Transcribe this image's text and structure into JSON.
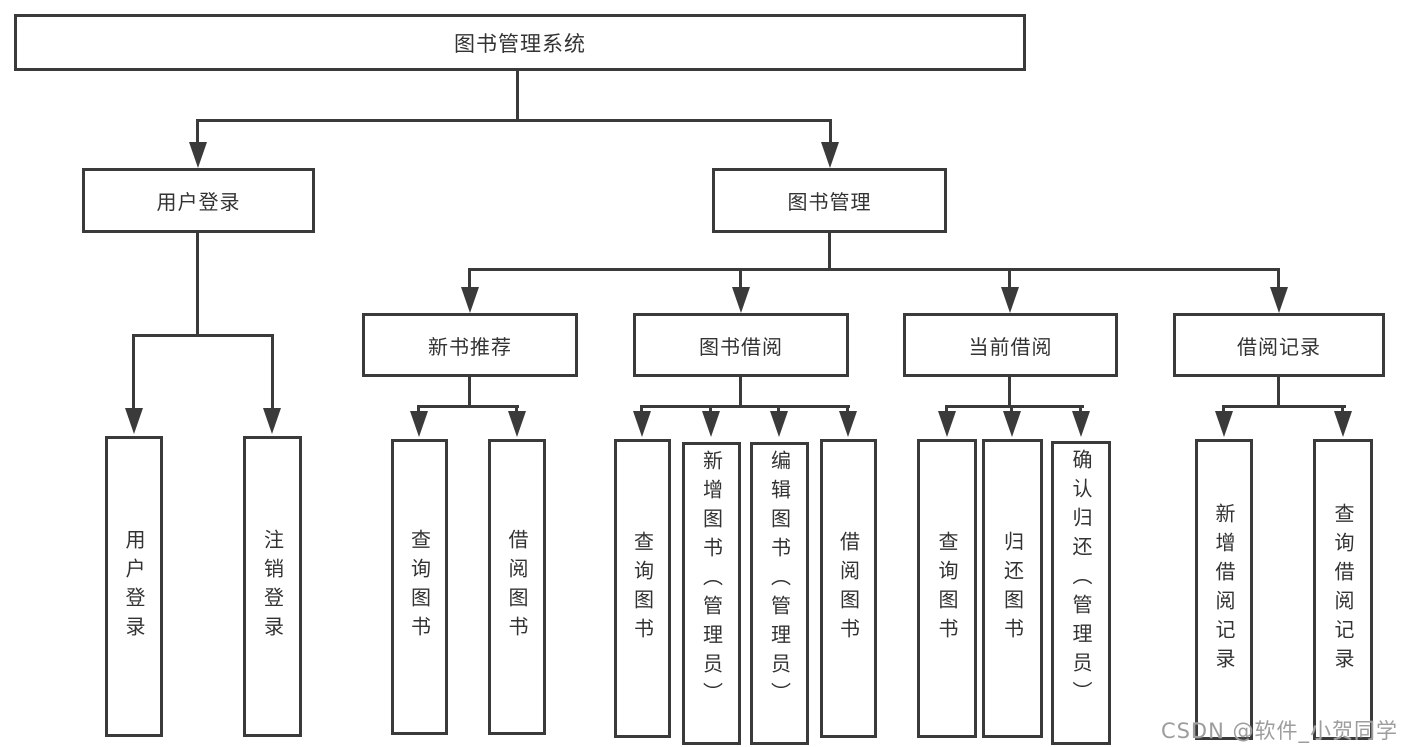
{
  "diagram": {
    "type": "hierarchy",
    "colors": {
      "line": "#3a3a3a",
      "box_border": "#3a3a3a",
      "box_bg": "#ffffff",
      "text": "#333333",
      "watermark": "#9d9d9d"
    },
    "tree": {
      "label": "图书管理系统",
      "children": [
        {
          "label": "用户登录",
          "children": [
            {
              "label": "用户登录"
            },
            {
              "label": "注销登录"
            }
          ]
        },
        {
          "label": "图书管理",
          "children": [
            {
              "label": "新书推荐",
              "children": [
                {
                  "label": "查询图书"
                },
                {
                  "label": "借阅图书"
                }
              ]
            },
            {
              "label": "图书借阅",
              "children": [
                {
                  "label": "查询图书"
                },
                {
                  "label": "新增图书（管理员）"
                },
                {
                  "label": "编辑图书（管理员）"
                },
                {
                  "label": "借阅图书"
                }
              ]
            },
            {
              "label": "当前借阅",
              "children": [
                {
                  "label": "查询图书"
                },
                {
                  "label": "归还图书"
                },
                {
                  "label": "确认归还（管理员）"
                }
              ]
            },
            {
              "label": "借阅记录",
              "children": [
                {
                  "label": "新增借阅记录"
                },
                {
                  "label": "查询借阅记录"
                }
              ]
            }
          ]
        }
      ]
    },
    "watermark": {
      "text": "CSDN @软件_小贺同学"
    }
  }
}
